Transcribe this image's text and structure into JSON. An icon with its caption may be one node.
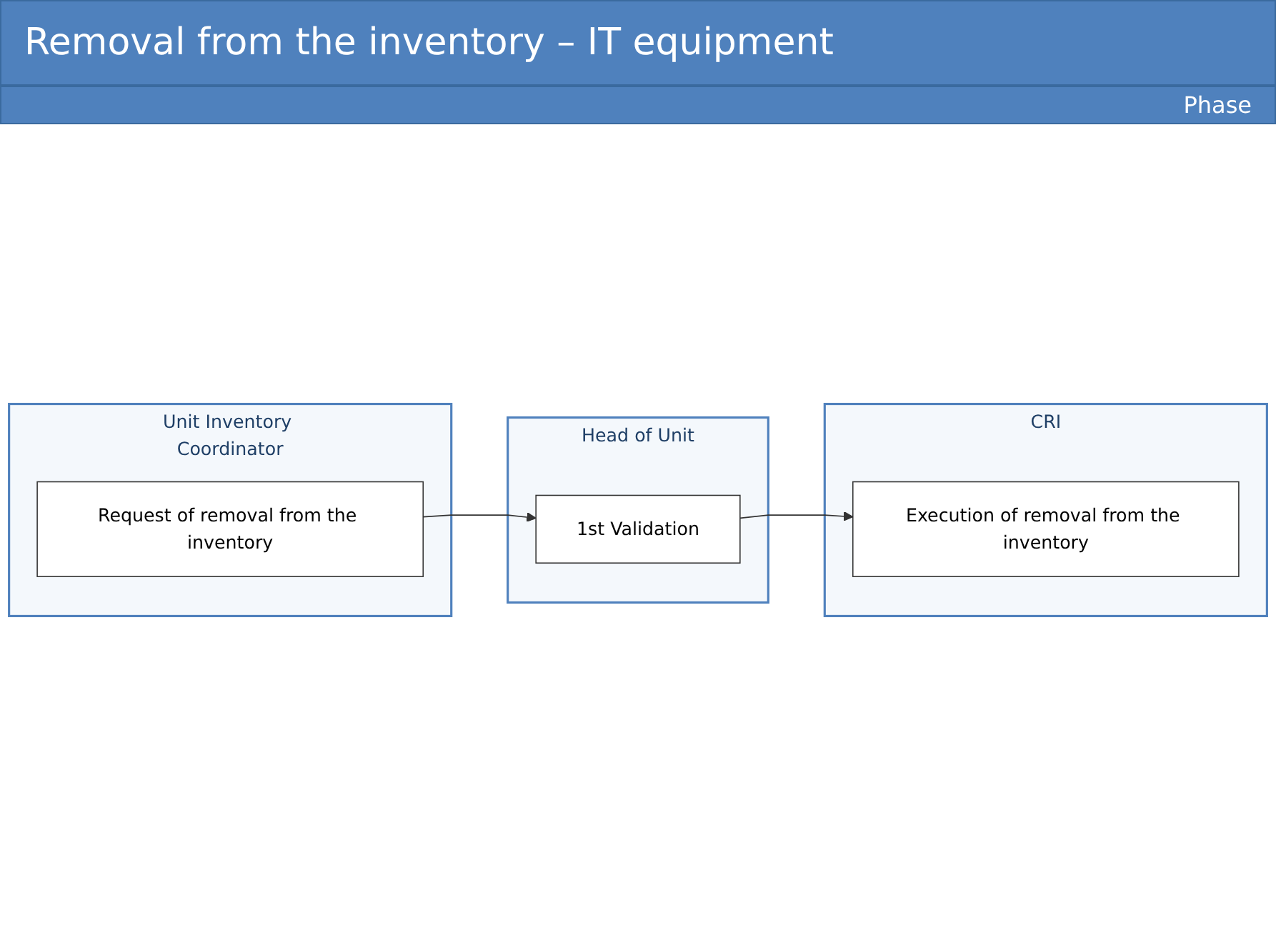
{
  "diagram": {
    "title": "Removal from the inventory – IT equipment",
    "nodes": [
      {
        "text": [
          "Unit Inventory Coordinator"
        ]
      },
      {
        "text": [
          "Request of removal from the inventory"
        ],
        "in": 0
      },
      {
        "text": [
          "Head of Unit"
        ]
      },
      {
        "text": [
          "1st Validation"
        ],
        "in": 2
      },
      {
        "text": [
          "CRI"
        ]
      },
      {
        "text": [
          "Execution of removal from the inventory"
        ],
        "in": 4
      }
    ],
    "edges": [
      {
        "from": 1,
        "to": 3,
        "arrow": "to"
      },
      {
        "from": 3,
        "to": 5,
        "arrow": "to"
      }
    ],
    "labels": [
      "Phase"
    ]
  }
}
